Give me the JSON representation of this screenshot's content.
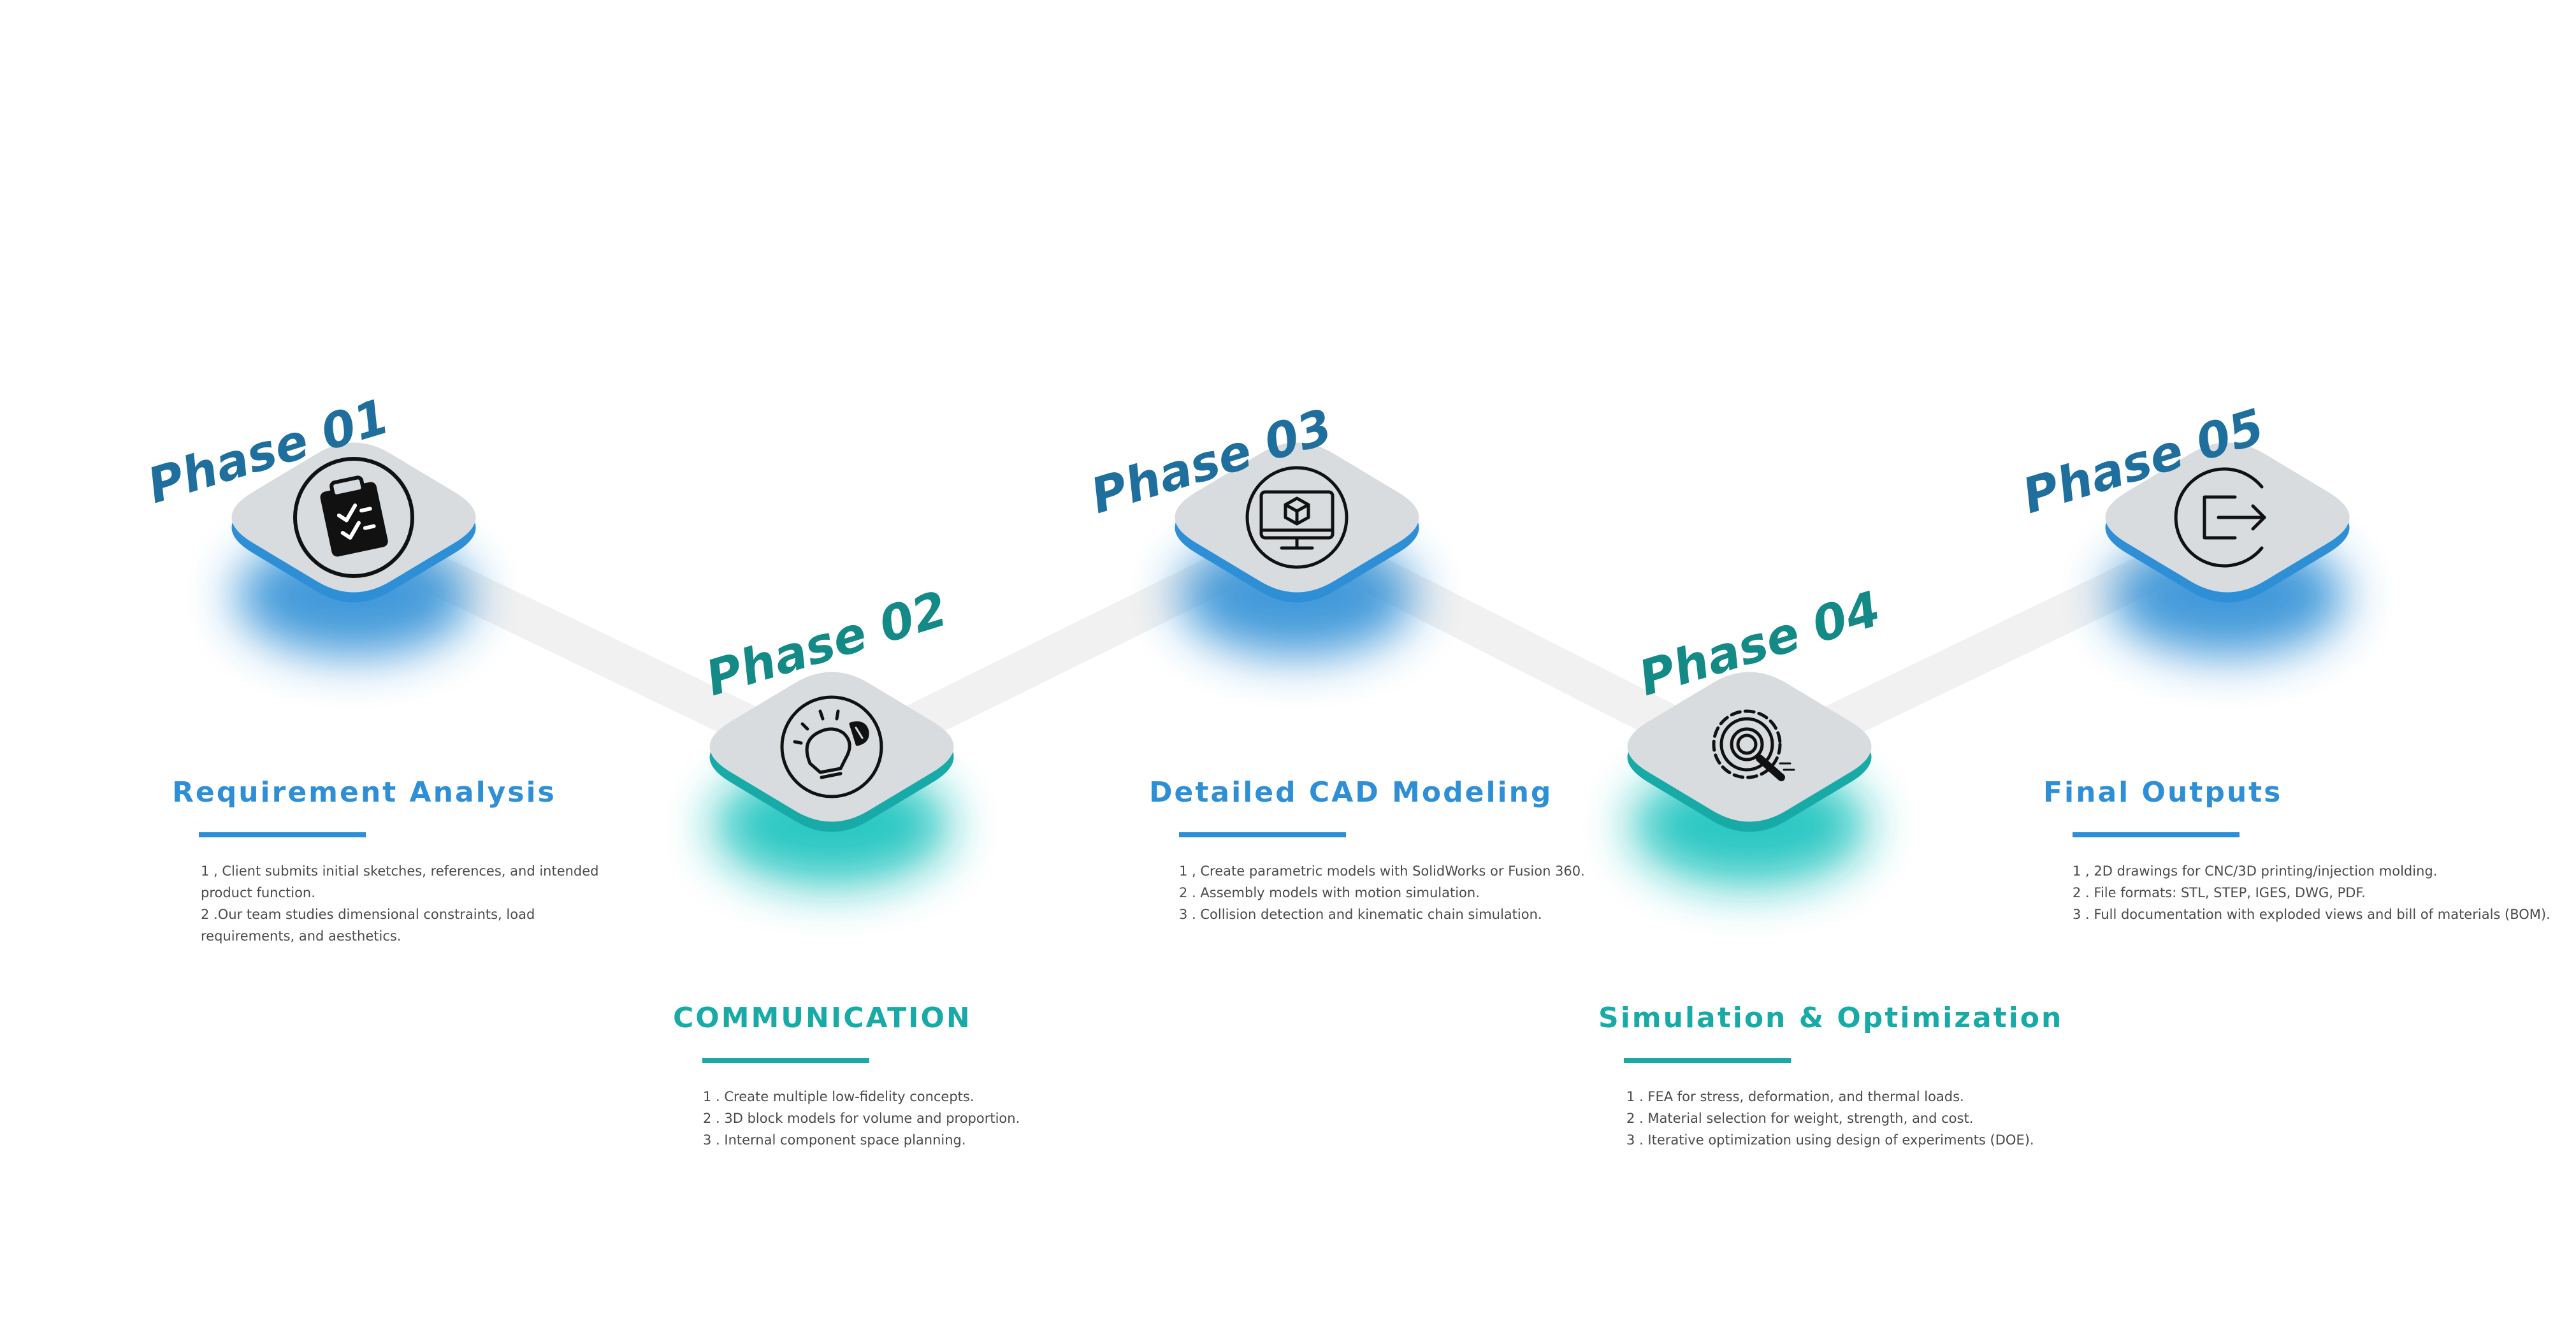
{
  "colors": {
    "blue": "#2e8fd6",
    "teal": "#17aaa6",
    "phase_blue": "#1f6f9e",
    "phase_teal": "#138a86",
    "tile": "#d8dcdf",
    "connector": "#f1f1f1"
  },
  "phases": [
    {
      "label": "Phase 01",
      "icon": "clipboard-checklist-icon",
      "title": "Requirement Analysis",
      "accent": "blue",
      "items": [
        "1 , Client submits initial sketches, references, and intended",
        "product function.",
        "2 .Our team studies dimensional constraints, load",
        "requirements, and aesthetics."
      ]
    },
    {
      "label": "Phase 02",
      "icon": "lightbulb-idea-icon",
      "title": "COMMUNICATION",
      "accent": "teal",
      "items": [
        "1 . Create multiple low-fidelity concepts.",
        "2 . 3D block models for volume and proportion.",
        "3 . Internal component space planning."
      ]
    },
    {
      "label": "Phase 03",
      "icon": "monitor-3d-cube-icon",
      "title": "Detailed CAD Modeling",
      "accent": "blue",
      "items": [
        "1 , Create parametric models with SolidWorks or Fusion 360.",
        "2 . Assembly models with motion simulation.",
        "3 . Collision detection and kinematic chain simulation."
      ]
    },
    {
      "label": "Phase 04",
      "icon": "gear-magnifier-icon",
      "title": "Simulation & Optimization",
      "accent": "teal",
      "items": [
        "1 . FEA for stress, deformation, and thermal loads.",
        "2 . Material selection for weight, strength, and cost.",
        "3 . Iterative optimization using design of experiments (DOE)."
      ]
    },
    {
      "label": "Phase 05",
      "icon": "export-arrow-icon",
      "title": "Final Outputs",
      "accent": "blue",
      "items": [
        "1 , 2D drawings for CNC/3D printing/injection molding.",
        "2 . File formats: STL, STEP, IGES, DWG, PDF.",
        "3 . Full documentation with exploded views and bill of materials (BOM)."
      ]
    }
  ]
}
